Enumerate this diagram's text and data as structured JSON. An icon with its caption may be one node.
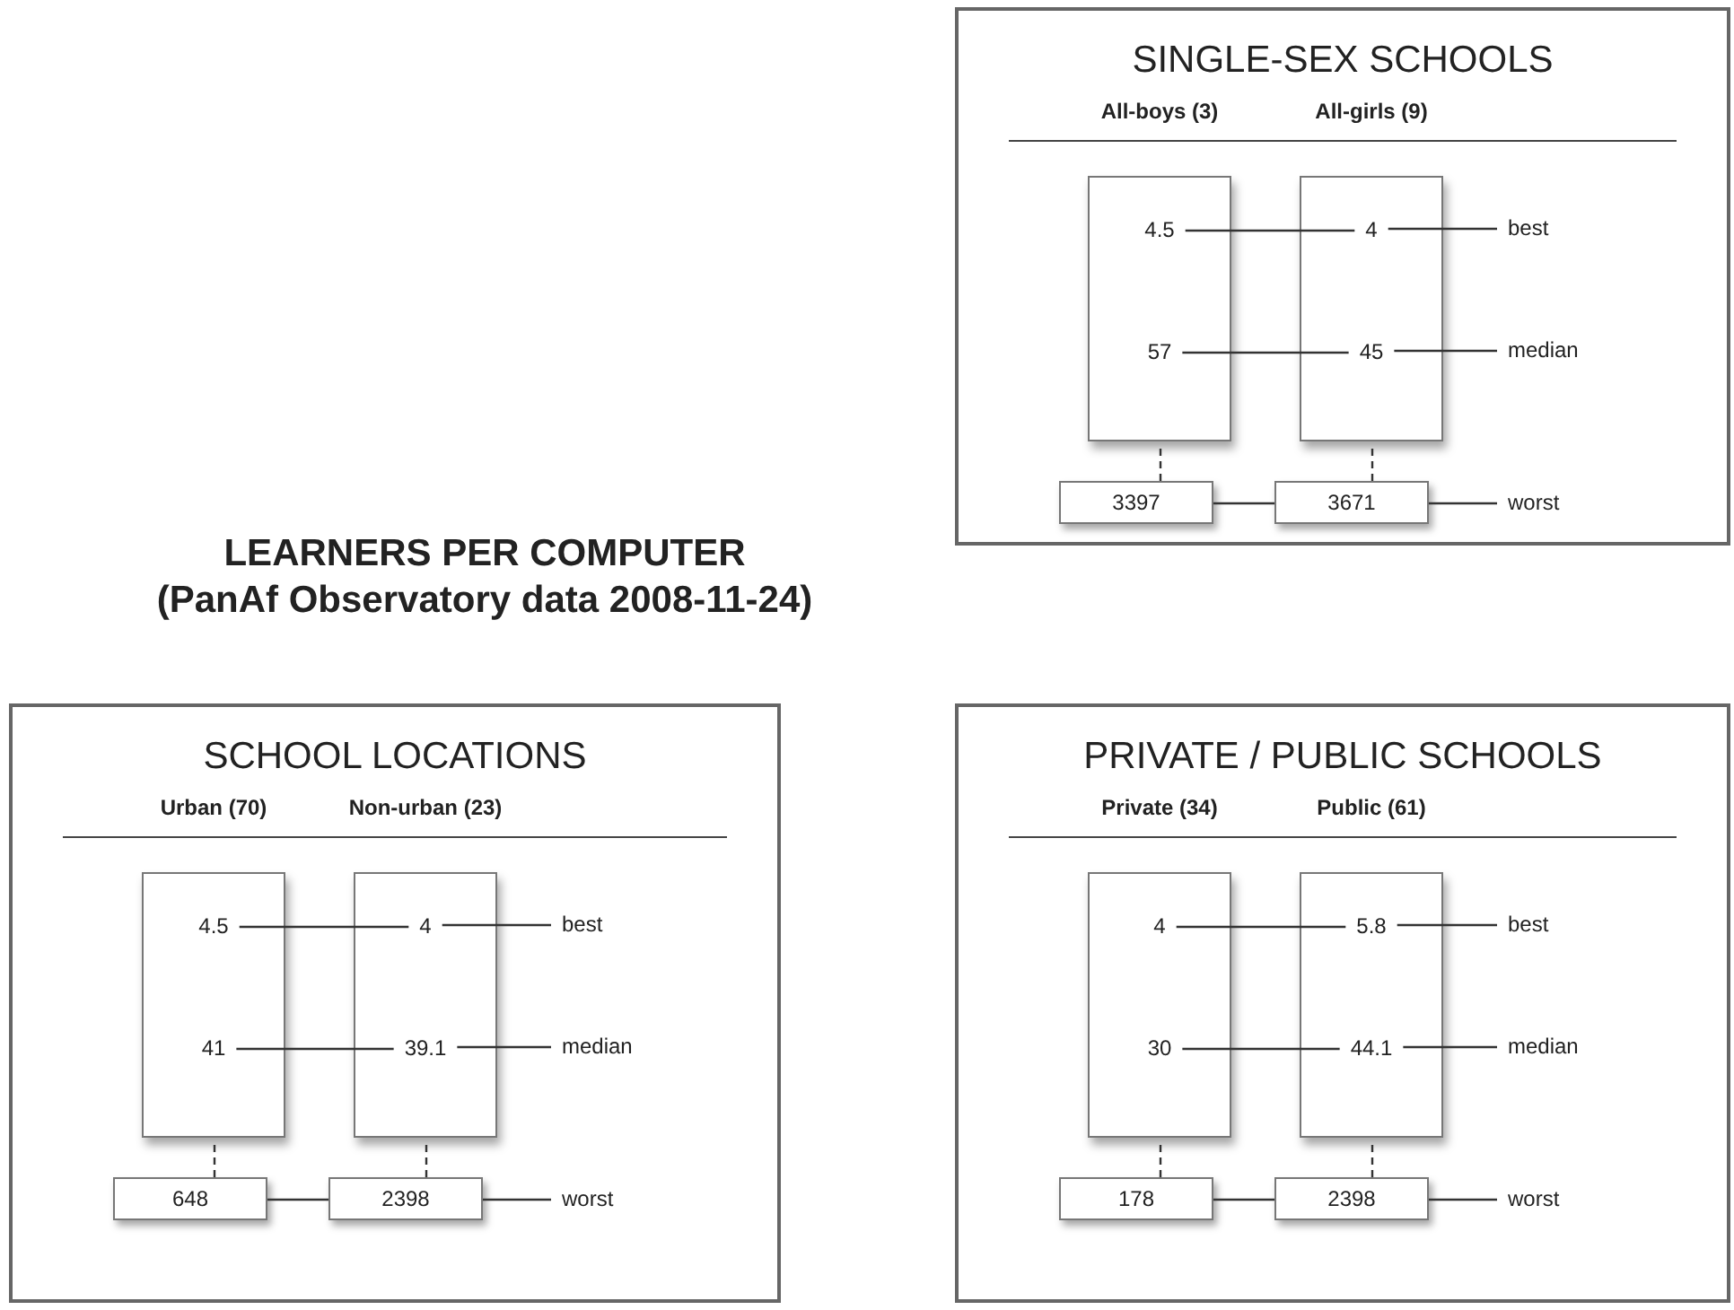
{
  "diagram": {
    "title": "LEARNERS PER COMPUTER",
    "caption": "(PanAf Observatory data 2008-11-24)",
    "nodes": [
      {
        "text": [
          "SINGLE-SEX SCHOOLS"
        ]
      },
      {
        "text": [],
        "shape": "box",
        "in": 0,
        "beside": [
          "All-boys (3)"
        ]
      },
      {
        "text": [],
        "shape": "box",
        "in": 0,
        "beside": [
          "All-girls (9)"
        ]
      },
      {
        "text": [
          "4.5"
        ],
        "in": 1
      },
      {
        "text": [
          "4"
        ],
        "in": 2
      },
      {
        "text": [
          "best"
        ],
        "in": 0
      },
      {
        "text": [
          "57"
        ],
        "in": 1
      },
      {
        "text": [
          "45"
        ],
        "in": 2
      },
      {
        "text": [
          "median"
        ],
        "in": 0
      },
      {
        "text": [
          "3397"
        ],
        "in": 0
      },
      {
        "text": [
          "3671"
        ],
        "in": 0
      },
      {
        "text": [
          "worst"
        ],
        "in": 0
      },
      {
        "text": [
          "SCHOOL LOCATIONS"
        ]
      },
      {
        "text": [],
        "shape": "box",
        "in": 12,
        "beside": [
          "Urban (70)"
        ]
      },
      {
        "text": [],
        "shape": "box",
        "in": 12,
        "beside": [
          "Non-urban (23)"
        ]
      },
      {
        "text": [
          "4.5"
        ],
        "in": 13
      },
      {
        "text": [
          "4"
        ],
        "in": 14
      },
      {
        "text": [
          "best"
        ],
        "in": 12
      },
      {
        "text": [
          "41"
        ],
        "in": 13
      },
      {
        "text": [
          "39.1"
        ],
        "in": 14
      },
      {
        "text": [
          "median"
        ],
        "in": 12
      },
      {
        "text": [
          "648"
        ],
        "in": 12
      },
      {
        "text": [
          "2398"
        ],
        "in": 12
      },
      {
        "text": [
          "worst"
        ],
        "in": 12
      },
      {
        "text": [
          "PRIVATE / PUBLIC SCHOOLS"
        ]
      },
      {
        "text": [],
        "shape": "box",
        "in": 24,
        "beside": [
          "Private (34)"
        ]
      },
      {
        "text": [],
        "shape": "box",
        "in": 24,
        "beside": [
          "Public (61)"
        ]
      },
      {
        "text": [
          "4"
        ],
        "in": 25
      },
      {
        "text": [
          "5.8"
        ],
        "in": 26
      },
      {
        "text": [
          "best"
        ],
        "in": 24
      },
      {
        "text": [
          "30"
        ],
        "in": 25
      },
      {
        "text": [
          "44.1"
        ],
        "in": 26
      },
      {
        "text": [
          "median"
        ],
        "in": 24
      },
      {
        "text": [
          "178"
        ],
        "in": 24
      },
      {
        "text": [
          "2398"
        ],
        "in": 24
      },
      {
        "text": [
          "worst"
        ],
        "in": 24
      }
    ],
    "edges": [
      {
        "from": 3,
        "to": 4,
        "arrow": "none"
      },
      {
        "from": 4,
        "to": 5,
        "arrow": "none"
      },
      {
        "from": 6,
        "to": 7,
        "arrow": "none"
      },
      {
        "from": 7,
        "to": 8,
        "arrow": "none"
      },
      {
        "from": 1,
        "to": 9,
        "arrow": "none",
        "style": "dashed"
      },
      {
        "from": 2,
        "to": 10,
        "arrow": "none",
        "style": "dashed"
      },
      {
        "from": 9,
        "to": 10,
        "arrow": "none"
      },
      {
        "from": 10,
        "to": 11,
        "arrow": "none"
      },
      {
        "from": 15,
        "to": 16,
        "arrow": "none"
      },
      {
        "from": 16,
        "to": 17,
        "arrow": "none"
      },
      {
        "from": 18,
        "to": 19,
        "arrow": "none"
      },
      {
        "from": 19,
        "to": 20,
        "arrow": "none"
      },
      {
        "from": 13,
        "to": 21,
        "arrow": "none",
        "style": "dashed"
      },
      {
        "from": 14,
        "to": 22,
        "arrow": "none",
        "style": "dashed"
      },
      {
        "from": 21,
        "to": 22,
        "arrow": "none"
      },
      {
        "from": 22,
        "to": 23,
        "arrow": "none"
      },
      {
        "from": 27,
        "to": 28,
        "arrow": "none"
      },
      {
        "from": 28,
        "to": 29,
        "arrow": "none"
      },
      {
        "from": 30,
        "to": 31,
        "arrow": "none"
      },
      {
        "from": 31,
        "to": 32,
        "arrow": "none"
      },
      {
        "from": 25,
        "to": 33,
        "arrow": "none",
        "style": "dashed"
      },
      {
        "from": 26,
        "to": 34,
        "arrow": "none",
        "style": "dashed"
      },
      {
        "from": 33,
        "to": 34,
        "arrow": "none"
      },
      {
        "from": 34,
        "to": 35,
        "arrow": "none"
      }
    ]
  }
}
